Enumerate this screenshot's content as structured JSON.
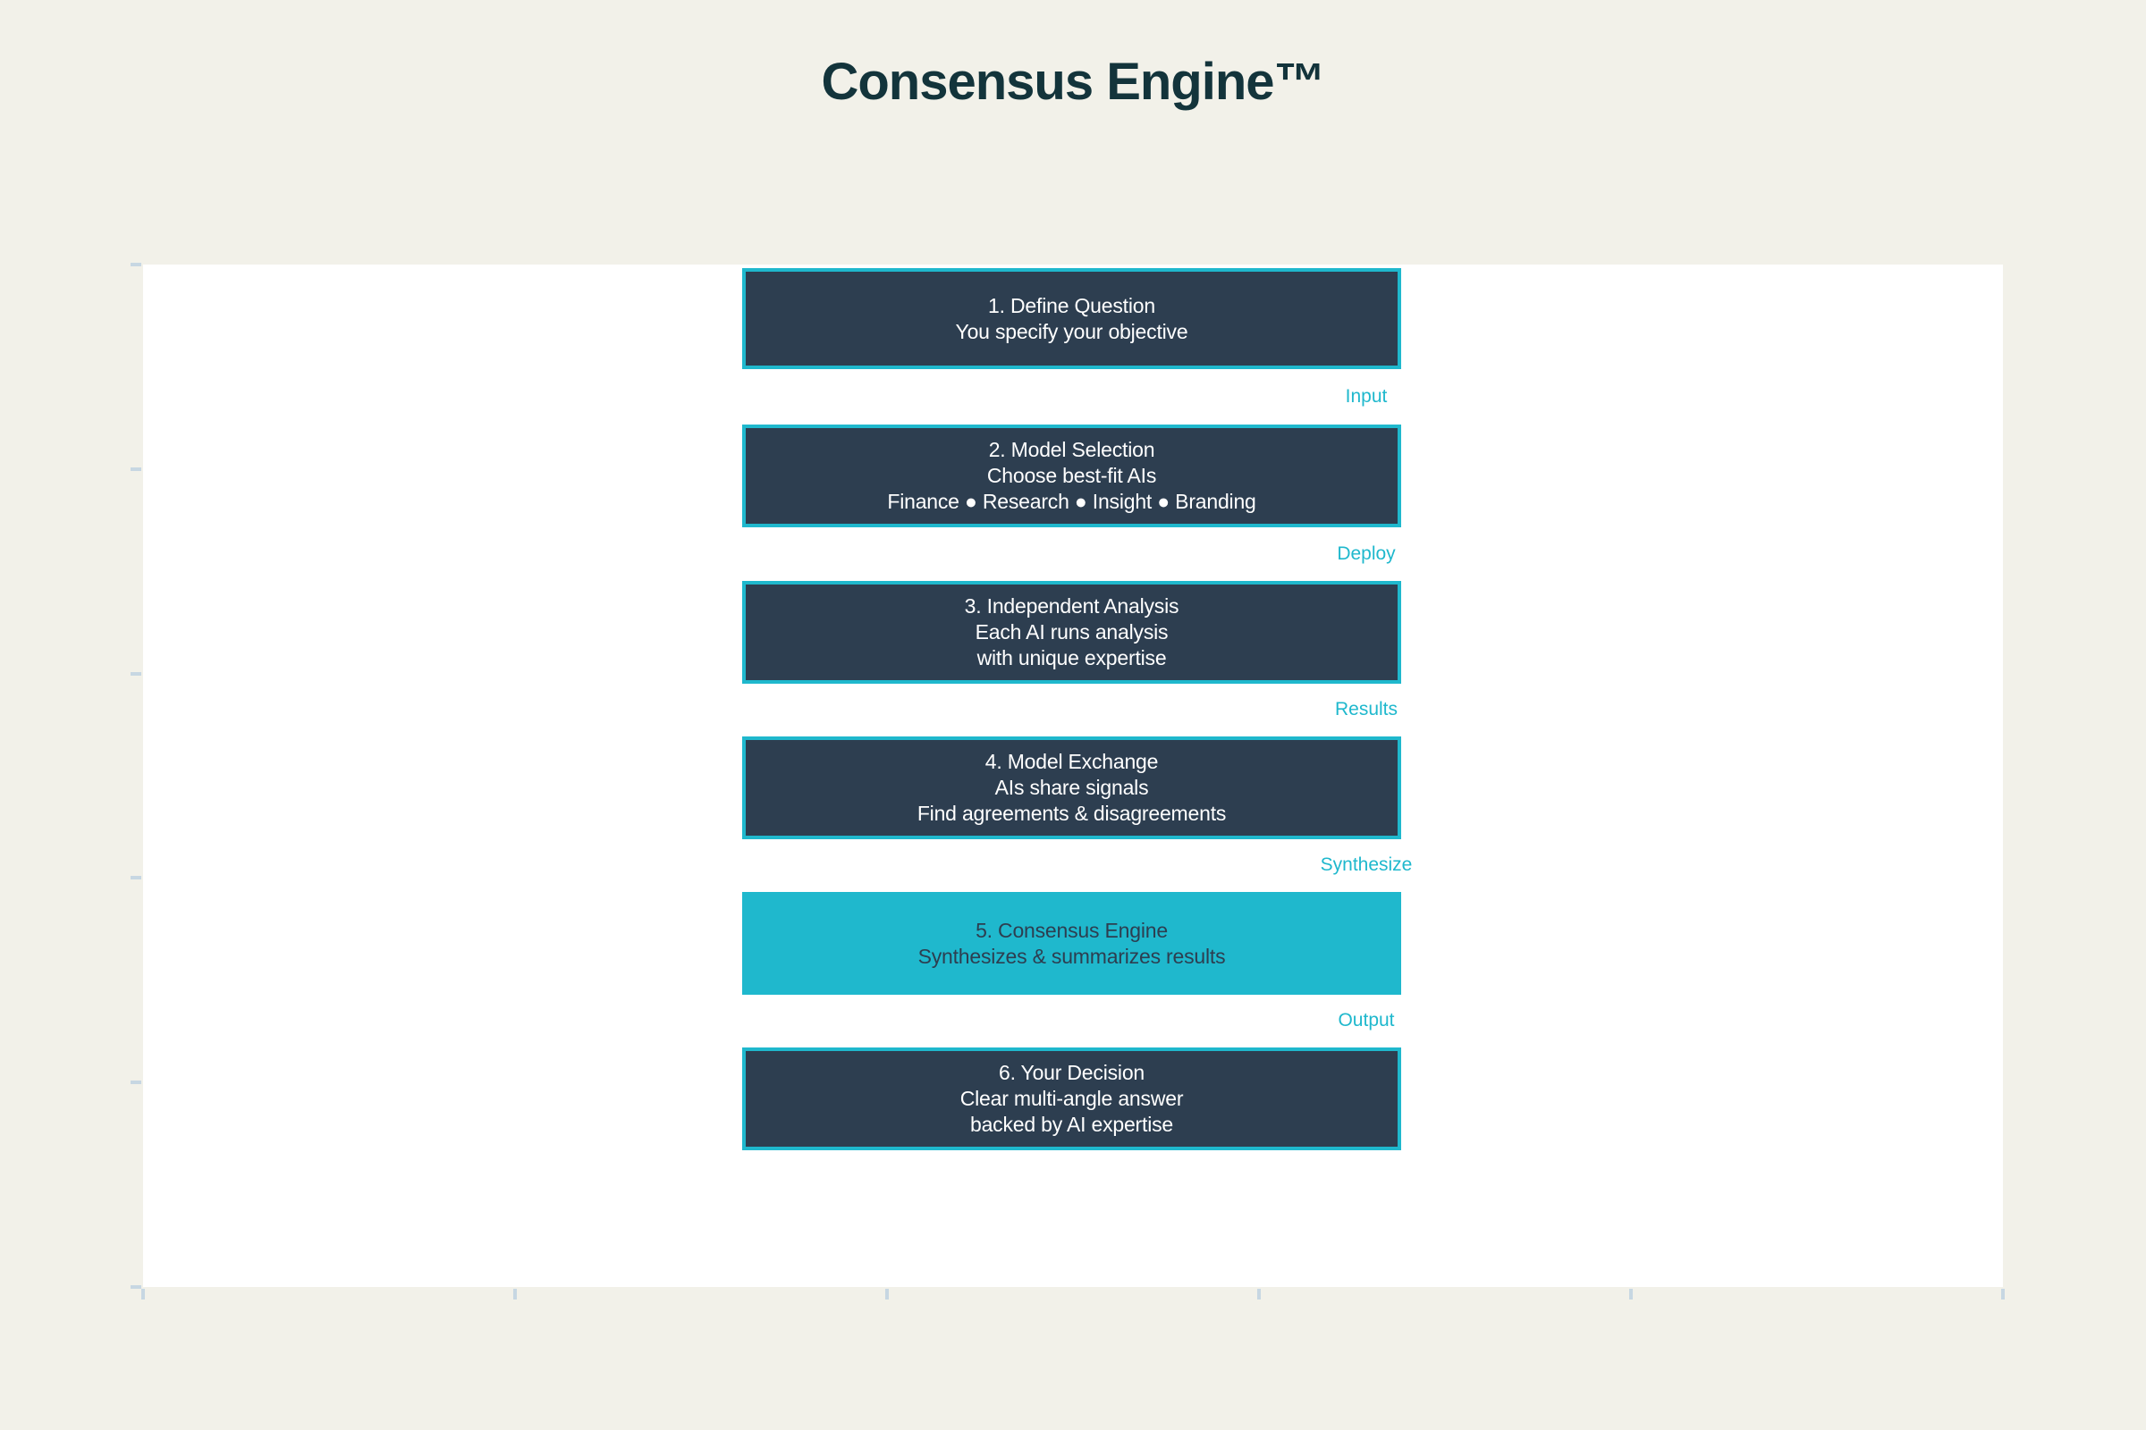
{
  "title": "Consensus Engine™",
  "colors": {
    "background": "#F2F1E9",
    "panel": "#FFFFFF",
    "box_fill": "#2D3E50",
    "box_border": "#1FB8CD",
    "box_text": "#FFFFFF",
    "accent_fill": "#1FB8CD",
    "accent_text": "#2D3E50",
    "connector_label_text": "#1FB8CD",
    "title_text": "#13343B",
    "tick": "#C7D7E2"
  },
  "flow": {
    "steps": [
      {
        "lines": [
          "1. Define Question",
          "You specify your objective"
        ]
      },
      {
        "lines": [
          "2. Model Selection",
          "Choose best-fit AIs",
          "Finance ● Research ● Insight ● Branding"
        ]
      },
      {
        "lines": [
          "3. Independent Analysis",
          "Each AI runs analysis",
          "with unique expertise"
        ]
      },
      {
        "lines": [
          "4. Model Exchange",
          "AIs share signals",
          "Find agreements & disagreements"
        ]
      },
      {
        "lines": [
          "5. Consensus Engine",
          "Synthesizes & summarizes results"
        ]
      },
      {
        "lines": [
          "6. Your Decision",
          "Clear multi-angle answer",
          "backed by AI expertise"
        ]
      }
    ],
    "connector_labels": [
      "Input",
      "Deploy",
      "Results",
      "Synthesize",
      "Output"
    ]
  }
}
